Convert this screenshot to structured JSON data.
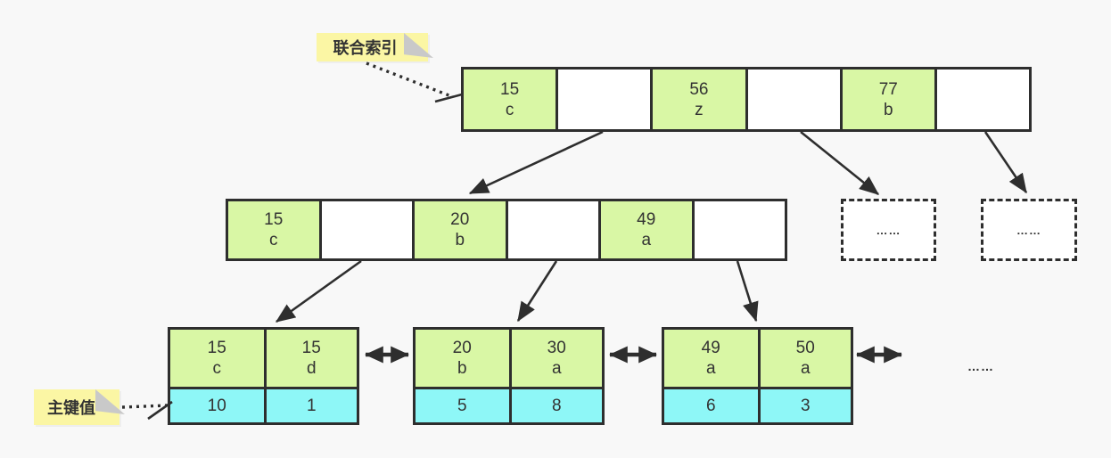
{
  "notes": {
    "composite_index": "联合索引",
    "primary_key": "主键值"
  },
  "ellipsis": "……",
  "root": {
    "cells": [
      {
        "key": "15",
        "sub": "c"
      },
      {
        "key": "",
        "sub": ""
      },
      {
        "key": "56",
        "sub": "z"
      },
      {
        "key": "",
        "sub": ""
      },
      {
        "key": "77",
        "sub": "b"
      },
      {
        "key": "",
        "sub": ""
      }
    ]
  },
  "internal": {
    "cells": [
      {
        "key": "15",
        "sub": "c"
      },
      {
        "key": "",
        "sub": ""
      },
      {
        "key": "20",
        "sub": "b"
      },
      {
        "key": "",
        "sub": ""
      },
      {
        "key": "49",
        "sub": "a"
      },
      {
        "key": "",
        "sub": ""
      }
    ]
  },
  "leaves": [
    {
      "keys": [
        {
          "key": "15",
          "sub": "c"
        },
        {
          "key": "15",
          "sub": "d"
        }
      ],
      "pks": [
        "10",
        "1"
      ]
    },
    {
      "keys": [
        {
          "key": "20",
          "sub": "b"
        },
        {
          "key": "30",
          "sub": "a"
        }
      ],
      "pks": [
        "5",
        "8"
      ]
    },
    {
      "keys": [
        {
          "key": "49",
          "sub": "a"
        },
        {
          "key": "50",
          "sub": "a"
        }
      ],
      "pks": [
        "6",
        "3"
      ]
    }
  ],
  "colors": {
    "canvas_bg": "#f8f8f8",
    "stroke": "#2e2e2e",
    "key_fill": "#d9f7a5",
    "pk_fill": "#8ef7f7",
    "note_fill": "#fbf6a4"
  }
}
